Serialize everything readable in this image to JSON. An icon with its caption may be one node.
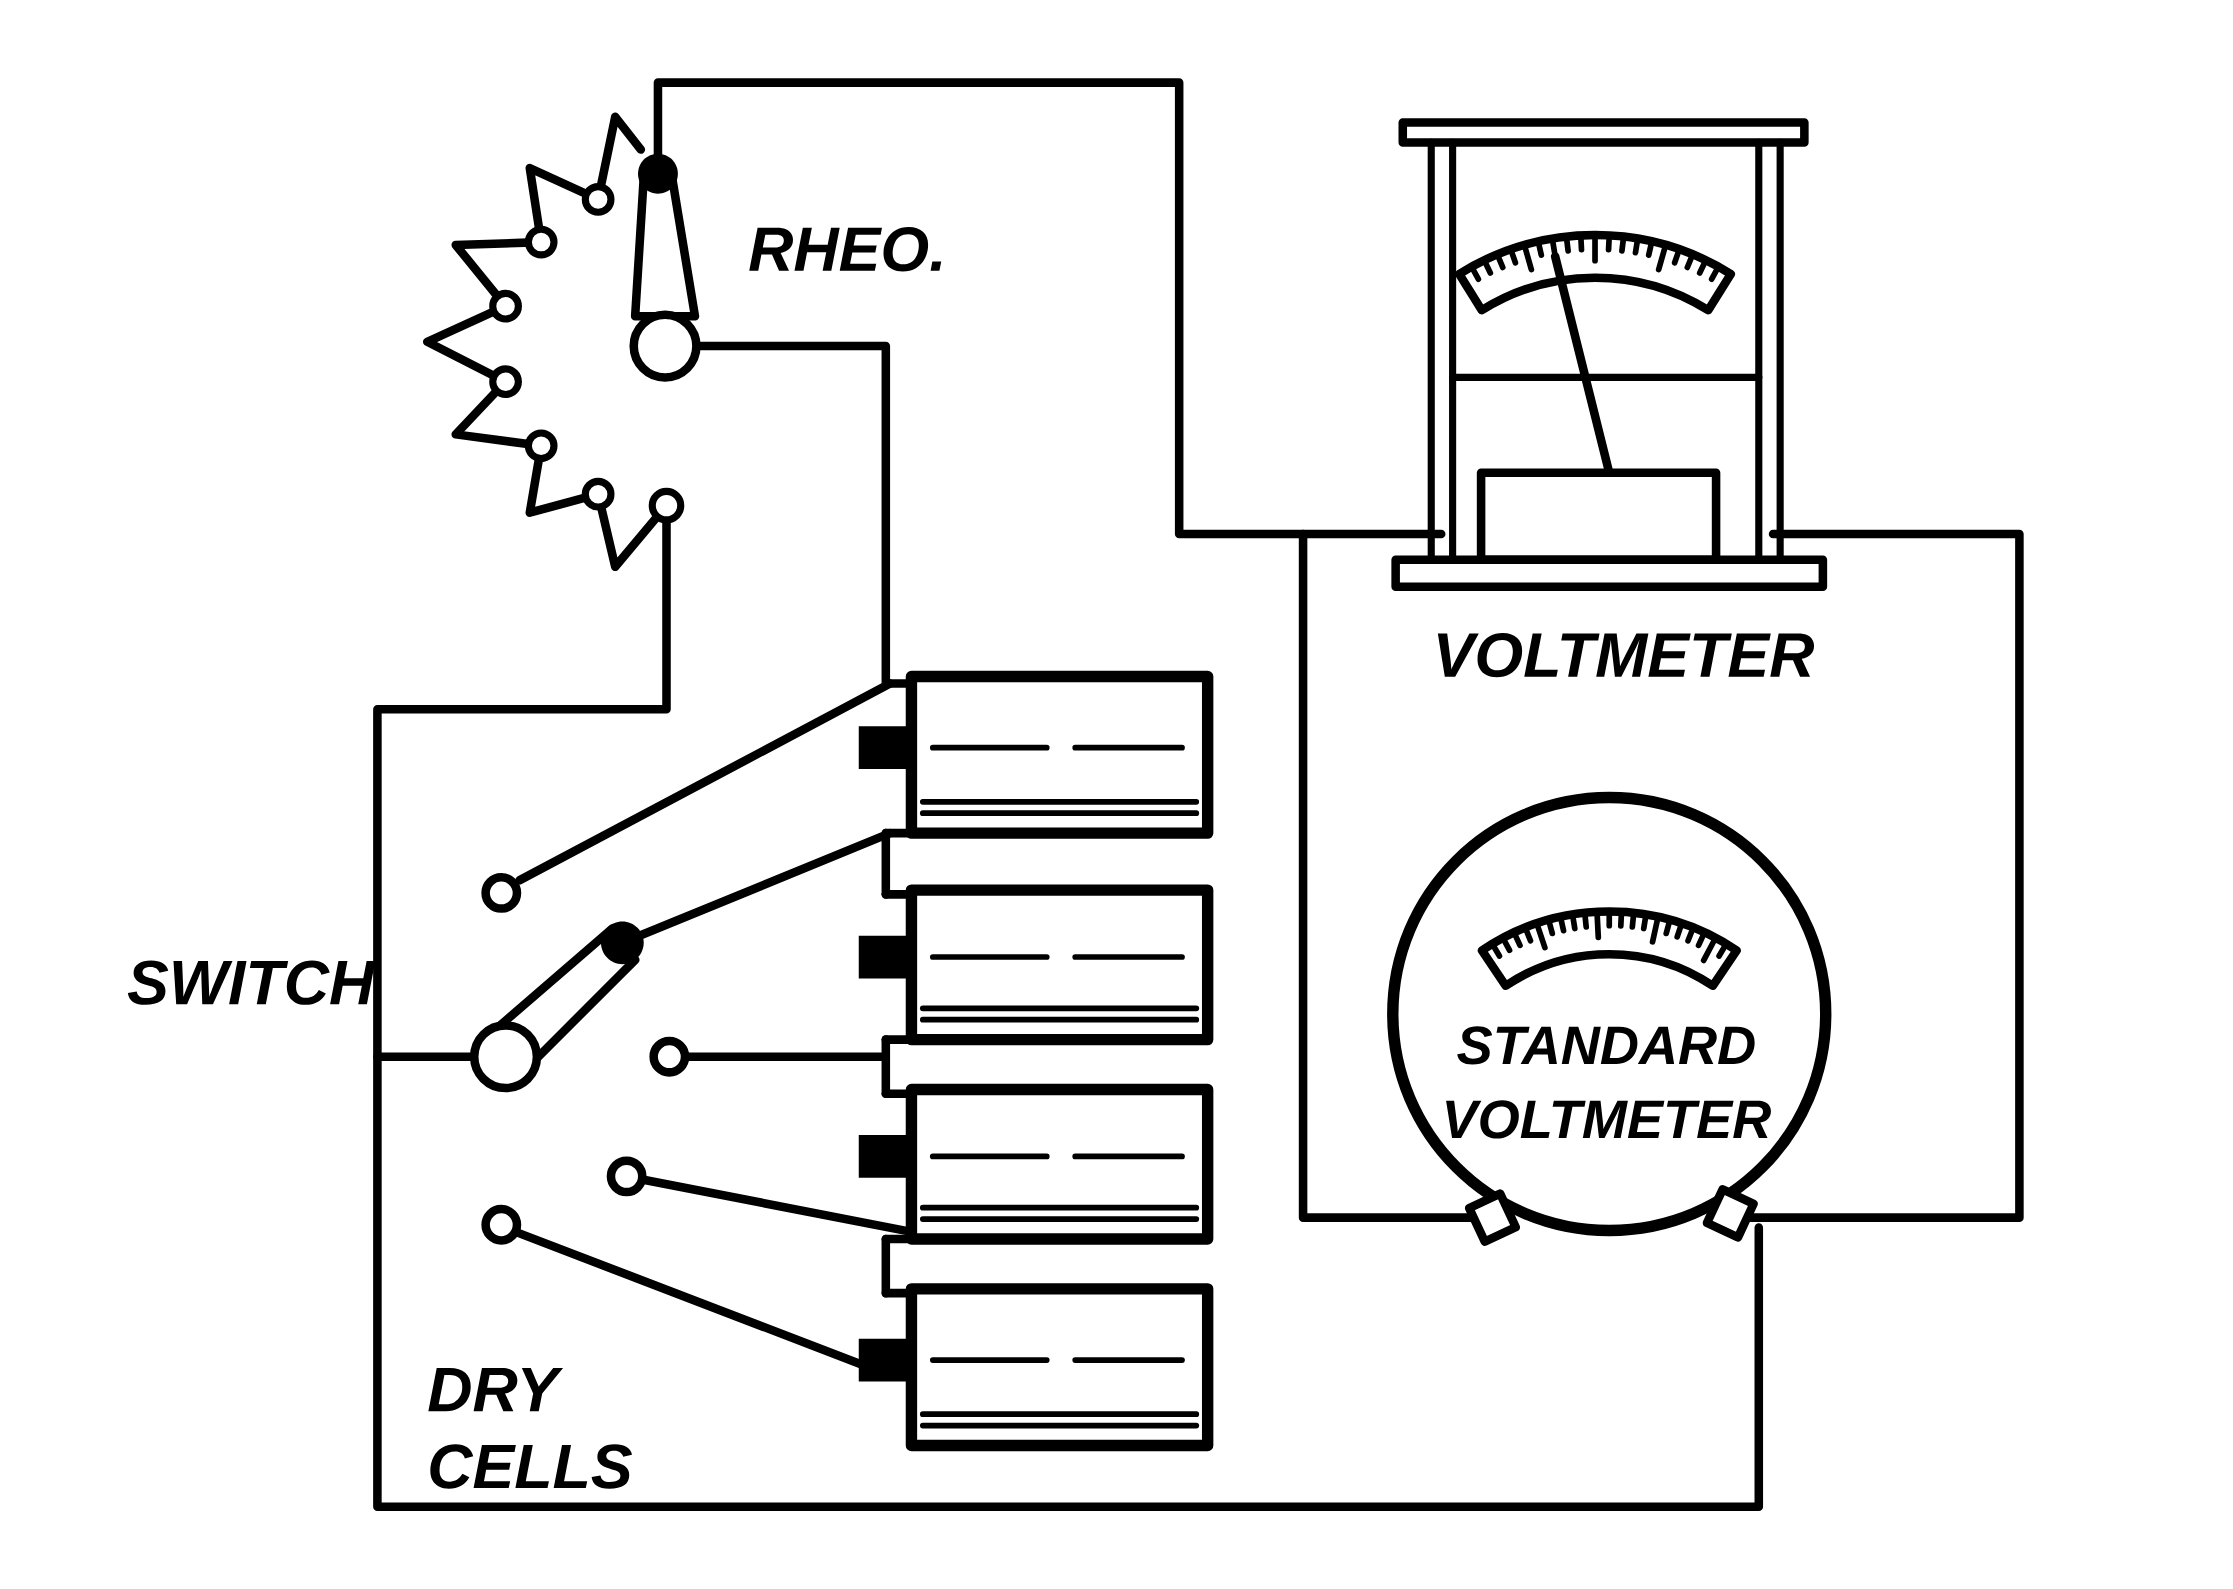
{
  "diagram": {
    "labels": [
      "RHEO.",
      "VOLTMETER",
      "SWITCH",
      "STANDARD VOLTMETER",
      "DRY CELLS"
    ]
  }
}
